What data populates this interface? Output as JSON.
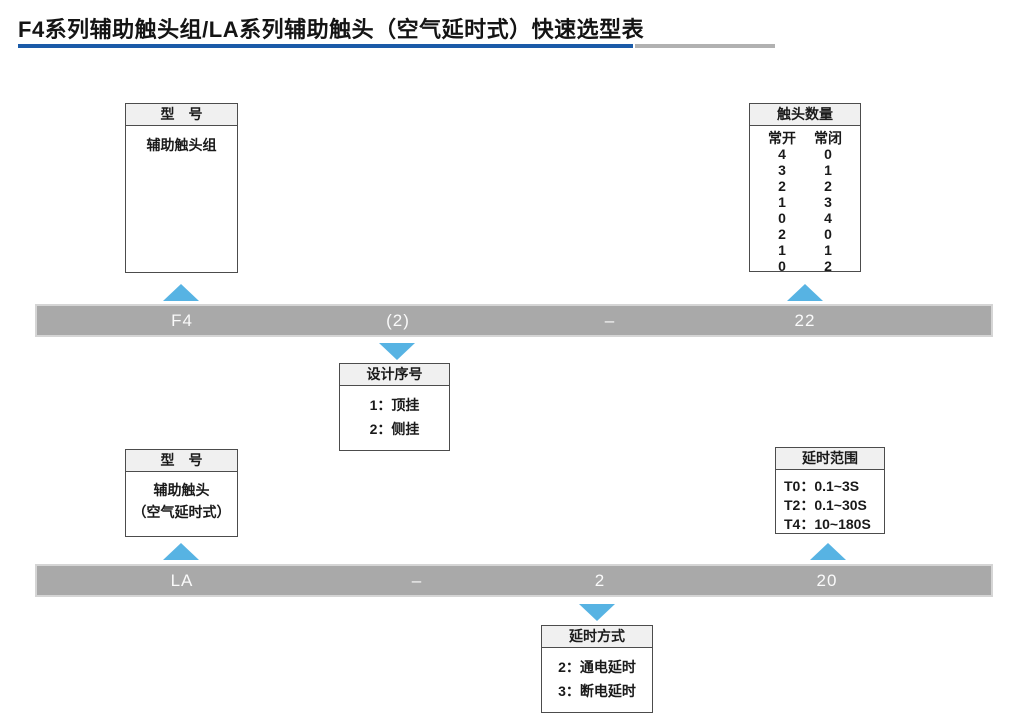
{
  "colors": {
    "accent_blue": "#1b5ba8",
    "underline_gray": "#b1b1b1",
    "bar_gray": "#a9a9a9",
    "arrow_blue": "#57b3e3"
  },
  "page": {
    "title": "F4系列辅助触头组/LA系列辅助触头（空气延时式）快速选型表"
  },
  "f4_section": {
    "model_box": {
      "header": "型　号",
      "line1": "辅助触头组"
    },
    "contact_box": {
      "header": "触头数量",
      "col_no": "常开",
      "col_nc": "常闭",
      "rows": [
        [
          "4",
          "0"
        ],
        [
          "3",
          "1"
        ],
        [
          "2",
          "2"
        ],
        [
          "1",
          "3"
        ],
        [
          "0",
          "4"
        ],
        [
          "2",
          "0"
        ],
        [
          "1",
          "1"
        ],
        [
          "0",
          "2"
        ]
      ]
    },
    "bar": {
      "segments": [
        "F4",
        "(2)",
        "–",
        "22"
      ]
    },
    "design_box": {
      "header": "设计序号",
      "line1": "1：顶挂",
      "line2": "2：侧挂"
    }
  },
  "la_section": {
    "model_box": {
      "header": "型　号",
      "line1": "辅助触头",
      "line2": "（空气延时式）"
    },
    "delay_range_box": {
      "header": "延时范围",
      "line1": "T0：0.1~3S",
      "line2": "T2：0.1~30S",
      "line3": "T4：10~180S"
    },
    "bar": {
      "segments": [
        "LA",
        "–",
        "2",
        "20"
      ]
    },
    "delay_mode_box": {
      "header": "延时方式",
      "line1": "2：通电延时",
      "line2": "3：断电延时"
    }
  }
}
